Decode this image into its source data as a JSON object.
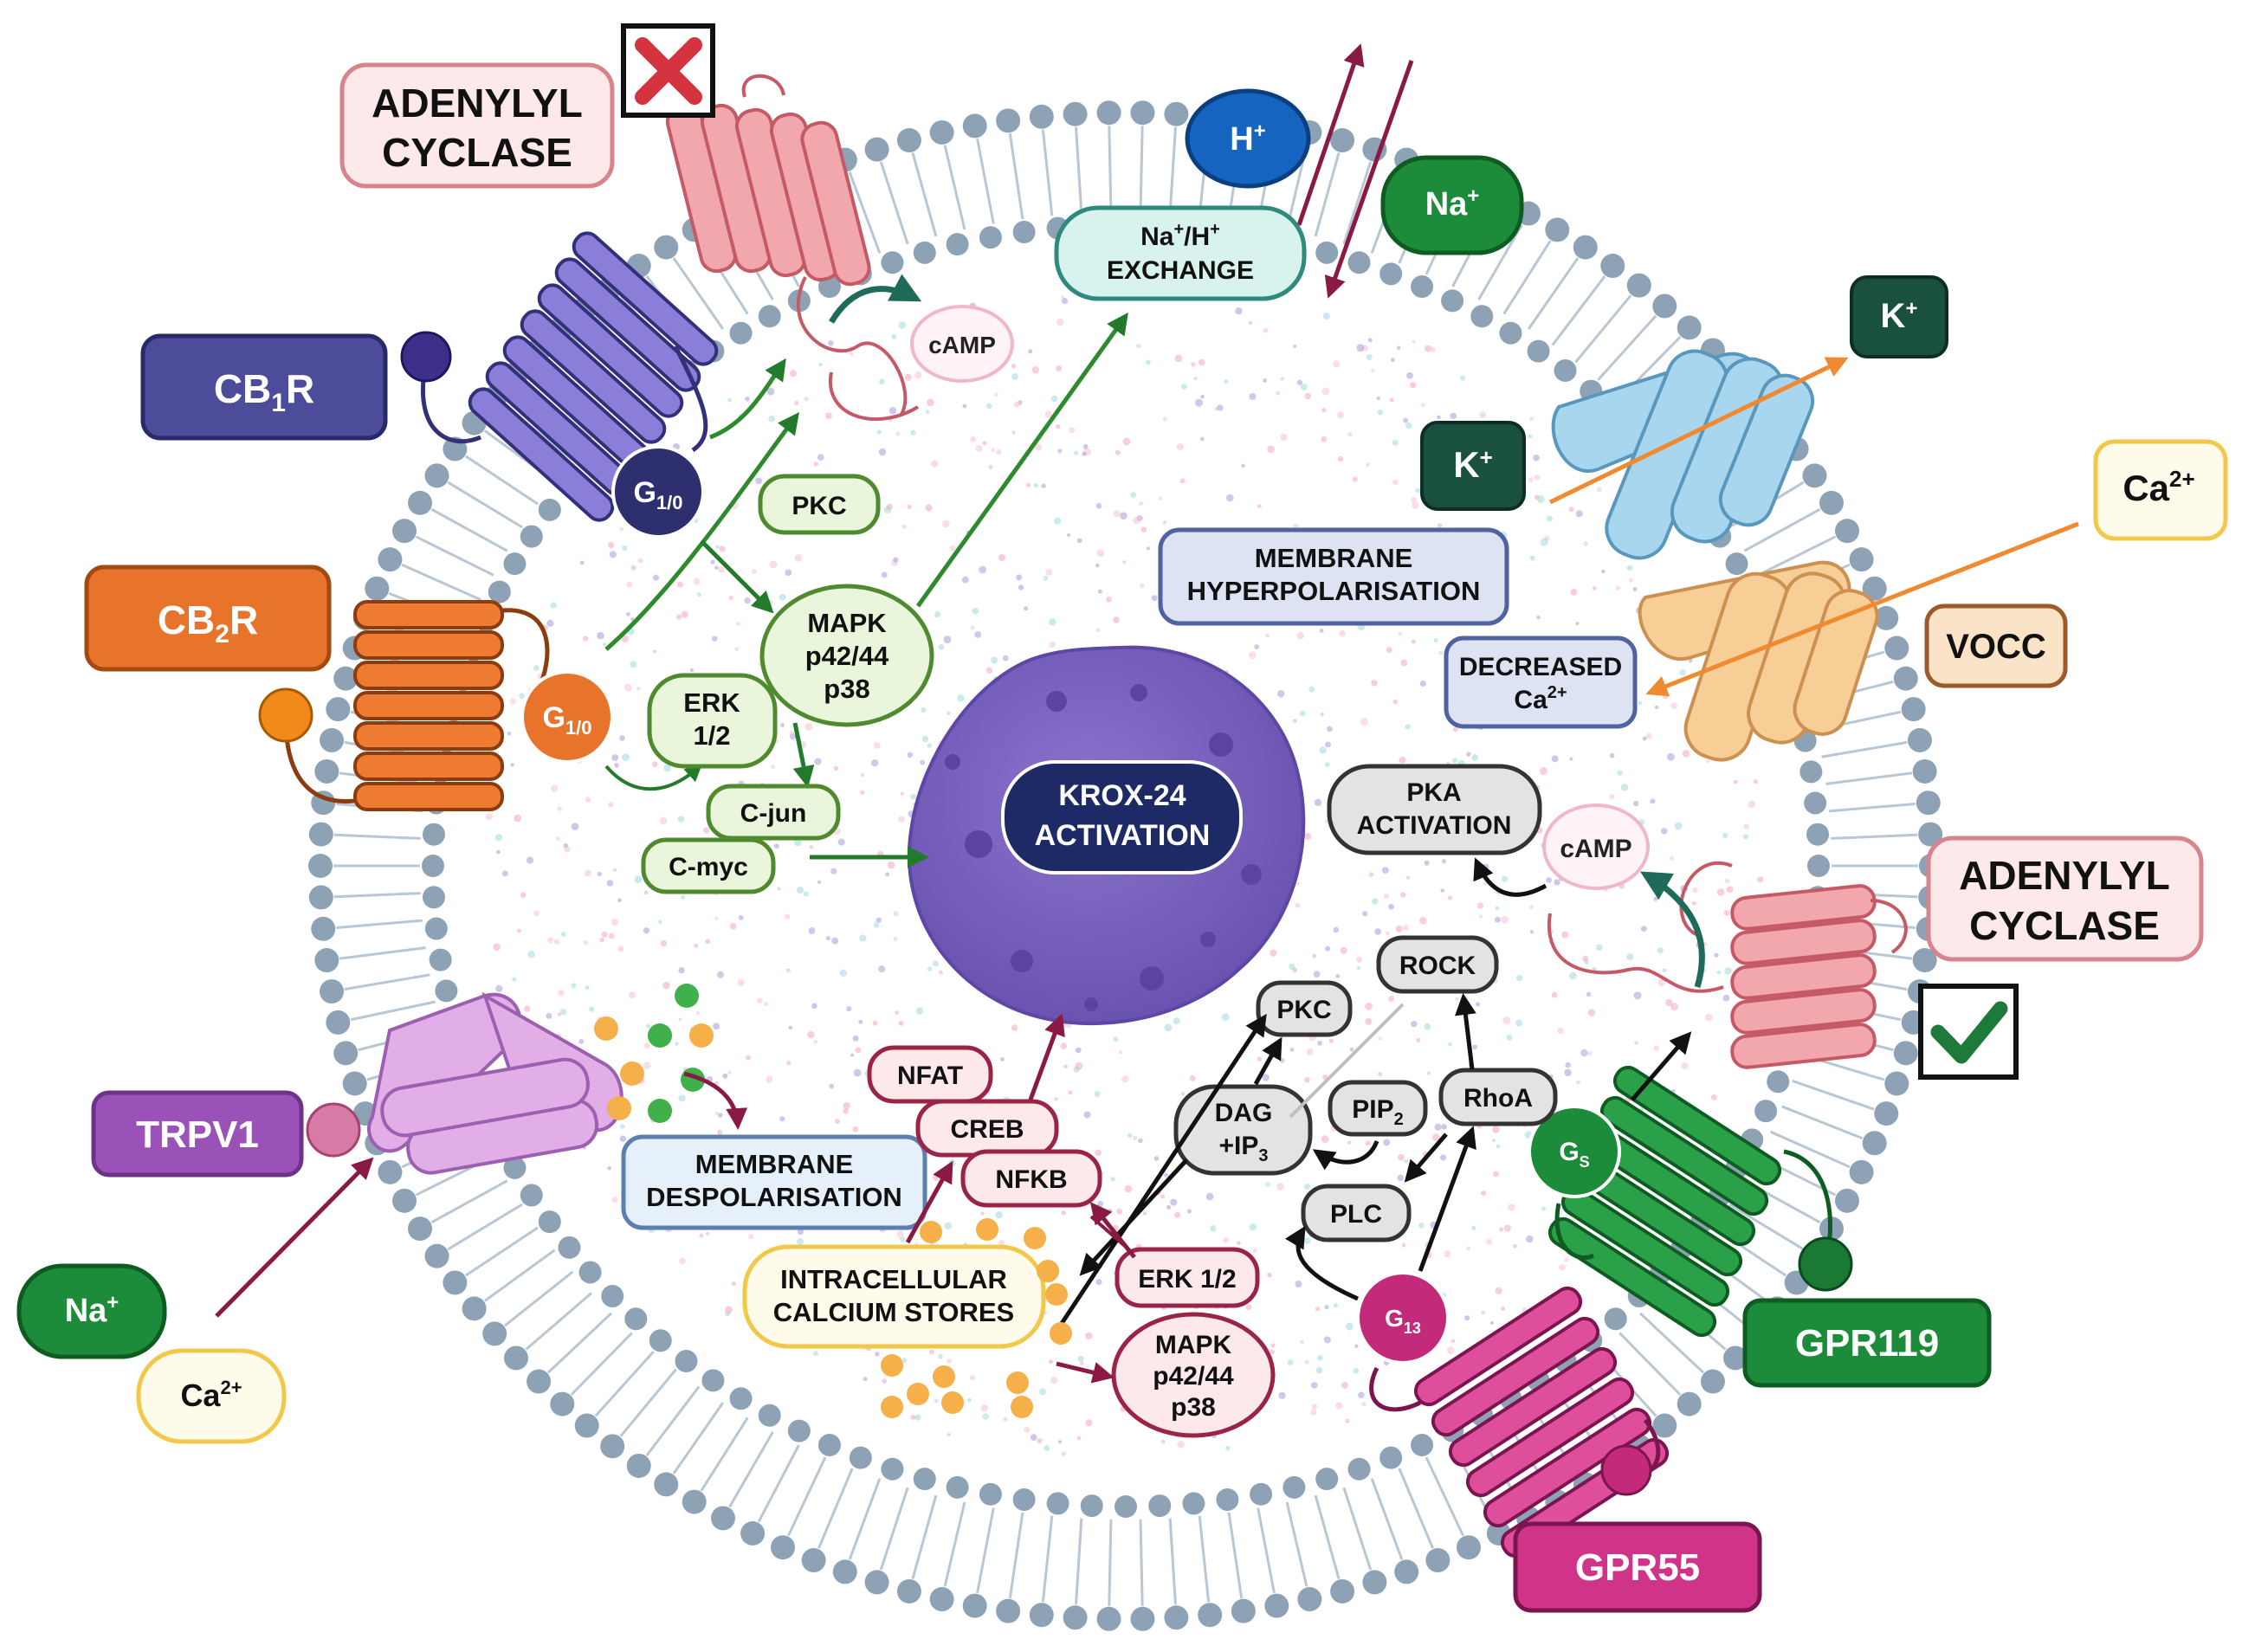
{
  "colors": {
    "membrane_bead": "#8ea2b6",
    "membrane_tail": "#b9c6d3",
    "cb1": "#4c4c9a",
    "cb2": "#e8732a",
    "gpr119": "#1c8c3a",
    "gpr55": "#cf3489",
    "trpv1": "#9a52b8",
    "adenylyl_cyclase": "#e8878e",
    "nucleus": "#7c64c0",
    "green_box_fill": "#eaf6dc",
    "green_box_stroke": "#4f8a2e",
    "grey_box_fill": "#e3e3e3",
    "blue_box_fill": "#dde3f2",
    "pink_box_fill": "#fde8ec",
    "pink_box_stroke": "#9a2446",
    "arrow_green": "#237a2a",
    "arrow_maroon": "#8a1a44",
    "arrow_orange": "#f08a30",
    "arrow_black": "#111111"
  },
  "labels": {
    "adenylyl_cyclase_top": [
      "ADENYLYL",
      "CYCLASE"
    ],
    "adenylyl_cyclase_right": [
      "ADENYLYL",
      "CYCLASE"
    ],
    "cb1r": {
      "base": "CB",
      "sub": "1",
      "tail": "R"
    },
    "cb2r": {
      "base": "CB",
      "sub": "2",
      "tail": "R"
    },
    "trpv1": "TRPV1",
    "gpr119": "GPR119",
    "gpr55": "GPR55",
    "vocc": "VOCC",
    "h_ion": {
      "base": "H",
      "sup": "+"
    },
    "na_ion_top": {
      "base": "Na",
      "sup": "+"
    },
    "na_ion_bottom": {
      "base": "Na",
      "sup": "+"
    },
    "k_ion_outer": {
      "base": "K",
      "sup": "+"
    },
    "k_ion_inner": {
      "base": "K",
      "sup": "+"
    },
    "ca_ion_right": {
      "base": "Ca",
      "sup": "2+"
    },
    "ca_ion_bottom": {
      "base": "Ca",
      "sup": "2+"
    },
    "na_h_exchange": {
      "line1_a": "Na",
      "line1_sup1": "+",
      "line1_b": "/H",
      "line1_sup2": "+",
      "line2": "EXCHANGE"
    },
    "camp_top": "cAMP",
    "camp_right": "cAMP",
    "g_io_cb1": {
      "base": "G",
      "sub": "1/0"
    },
    "g_io_cb2": {
      "base": "G",
      "sub": "1/0"
    },
    "g_s": {
      "base": "G",
      "sub": "S"
    },
    "g_13": {
      "base": "G",
      "sub": "13"
    },
    "pkc_green": "PKC",
    "mapk_green": [
      "MAPK",
      "p42/44",
      "p38"
    ],
    "erk_green": [
      "ERK",
      "1/2"
    ],
    "cjun": "C-jun",
    "cmyc": "C-myc",
    "krox": [
      "KROX-24",
      "ACTIVATION"
    ],
    "membrane_hyper": [
      "MEMBRANE",
      "HYPERPOLARISATION"
    ],
    "decreased_ca": {
      "line1": "DECREASED",
      "line2_base": "Ca",
      "line2_sup": "2+"
    },
    "pka": [
      "PKA",
      "ACTIVATION"
    ],
    "rock": "ROCK",
    "pkc_grey": "PKC",
    "dag": {
      "line1": "DAG",
      "line2_base": "+IP",
      "line2_sub": "3"
    },
    "pip2": {
      "base": "PIP",
      "sub": "2"
    },
    "rhoa": "RhoA",
    "plc": "PLC",
    "nfat": "NFAT",
    "creb": "CREB",
    "nfkb": "NFKB",
    "membrane_depol": [
      "MEMBRANE",
      "DESPOLARISATION"
    ],
    "intracellular_ca": [
      "INTRACELLULAR",
      "CALCIUM STORES"
    ],
    "erk_pink": "ERK 1/2",
    "mapk_pink": [
      "MAPK",
      "p42/44",
      "p38"
    ]
  }
}
